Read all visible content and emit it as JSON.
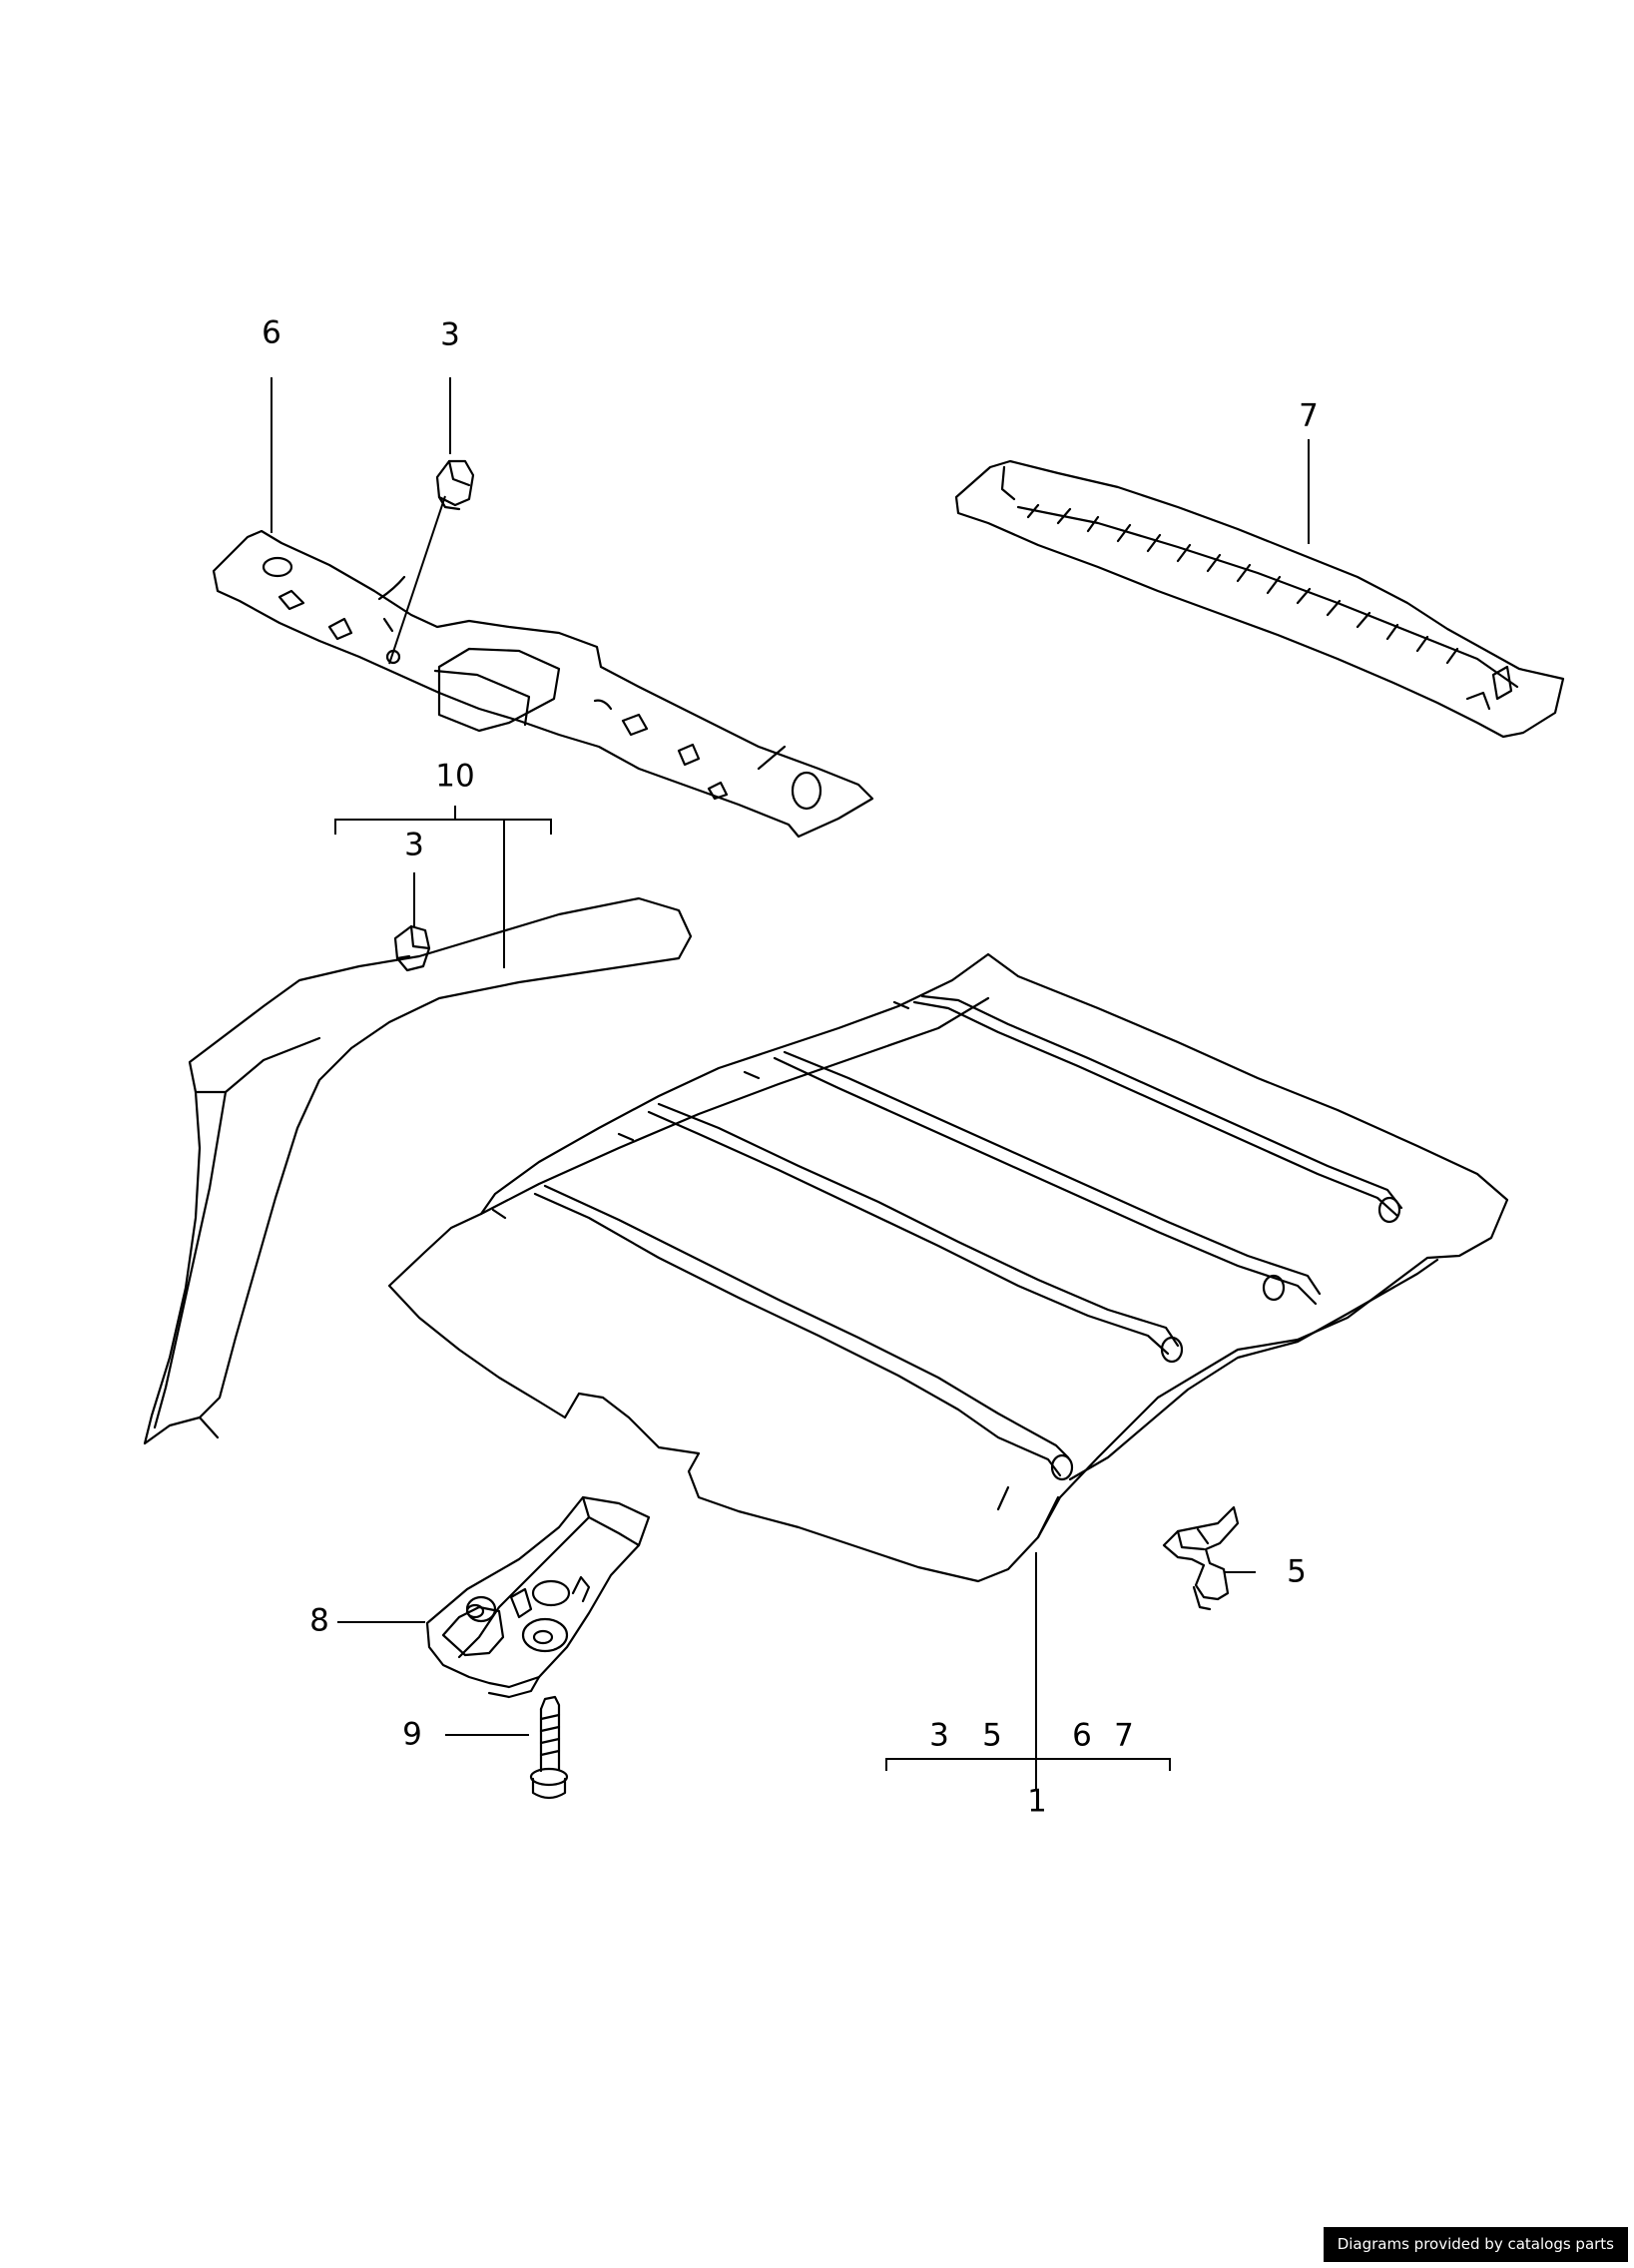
{
  "callouts": {
    "c6": "6",
    "c3_top": "3",
    "c7": "7",
    "c10": "10",
    "c3_kit": "3",
    "c5": "5",
    "c8": "8",
    "c9": "9",
    "c1": "1",
    "group1_a": "3",
    "group1_b": "5",
    "group1_c": "6",
    "group1_d": "7"
  },
  "credit": "Diagrams provided by catalogs parts"
}
